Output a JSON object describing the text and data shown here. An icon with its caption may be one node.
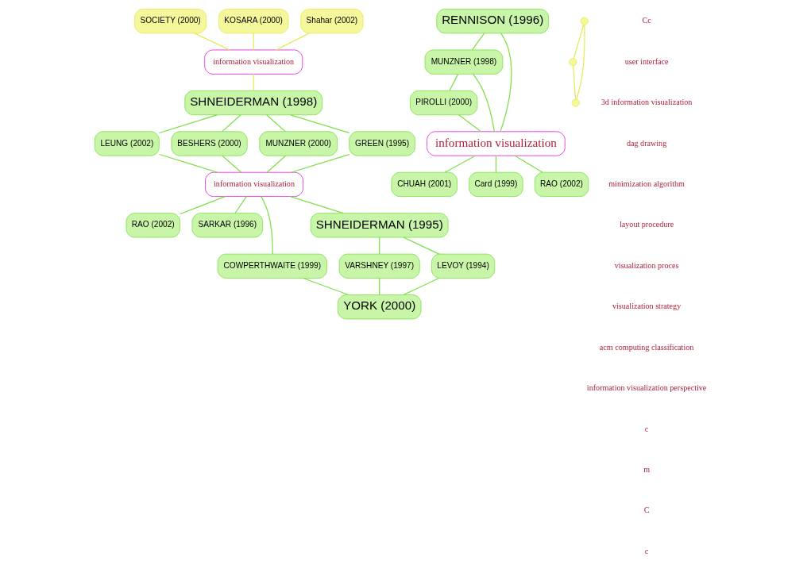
{
  "diagram": {
    "nodes": [
      {
        "text": [
          "SOCIETY (2000)"
        ]
      },
      {
        "text": [
          "KOSARA (2000)"
        ]
      },
      {
        "text": [
          "Shahar (2002)"
        ]
      },
      {
        "text": [
          "information visualization"
        ]
      },
      {
        "text": [
          "SHNEIDERMAN (1998)"
        ]
      },
      {
        "text": [
          "LEUNG (2002)"
        ]
      },
      {
        "text": [
          "BESHERS (2000)"
        ]
      },
      {
        "text": [
          "MUNZNER (2000)"
        ]
      },
      {
        "text": [
          "GREEN (1995)"
        ]
      },
      {
        "text": [
          "information visualization"
        ]
      },
      {
        "text": [
          "RAO (2002)"
        ]
      },
      {
        "text": [
          "SARKAR (1996)"
        ]
      },
      {
        "text": [
          "COWPERTHWAITE (1999)"
        ]
      },
      {
        "text": [
          "SHNEIDERMAN (1995)"
        ]
      },
      {
        "text": [
          "VARSHNEY (1997)"
        ]
      },
      {
        "text": [
          "YORK (2000)"
        ]
      },
      {
        "text": [
          "LEVOY (1994)"
        ]
      },
      {
        "text": [
          "RENNISON (1996)"
        ]
      },
      {
        "text": [
          "MUNZNER (1998)"
        ]
      },
      {
        "text": [
          "PIROLLI (2000)"
        ]
      },
      {
        "text": [
          "information visualization"
        ]
      },
      {
        "text": [
          "CHUAH (2001)"
        ]
      },
      {
        "text": [
          "Card (1999)"
        ]
      },
      {
        "text": [
          "RAO (2002)"
        ]
      },
      {
        "text": [],
        "shape": "circle"
      },
      {
        "text": [],
        "shape": "circle"
      },
      {
        "text": [],
        "shape": "circle"
      }
    ],
    "edges": [
      {
        "from": 0,
        "to": 3,
        "arrow": "none",
        "color": "#e6ea5a"
      },
      {
        "from": 1,
        "to": 3,
        "arrow": "none",
        "color": "#e6ea5a"
      },
      {
        "from": 2,
        "to": 3,
        "arrow": "none",
        "color": "#e6ea5a"
      },
      {
        "from": 3,
        "to": 4,
        "arrow": "none",
        "color": "#e6ea5a"
      },
      {
        "from": 4,
        "to": 5,
        "arrow": "none"
      },
      {
        "from": 4,
        "to": 6,
        "arrow": "none"
      },
      {
        "from": 4,
        "to": 7,
        "arrow": "none"
      },
      {
        "from": 4,
        "to": 8,
        "arrow": "none"
      },
      {
        "from": 5,
        "to": 9,
        "arrow": "none"
      },
      {
        "from": 6,
        "to": 9,
        "arrow": "none"
      },
      {
        "from": 7,
        "to": 9,
        "arrow": "none"
      },
      {
        "from": 8,
        "to": 9,
        "arrow": "none"
      },
      {
        "from": 9,
        "to": 10,
        "arrow": "none"
      },
      {
        "from": 9,
        "to": 11,
        "arrow": "none"
      },
      {
        "from": 9,
        "to": 12,
        "arrow": "none"
      },
      {
        "from": 9,
        "to": 13,
        "arrow": "none"
      },
      {
        "from": 12,
        "to": 15,
        "arrow": "none"
      },
      {
        "from": 13,
        "to": 14,
        "arrow": "none"
      },
      {
        "from": 14,
        "to": 15,
        "arrow": "none"
      },
      {
        "from": 13,
        "to": 16,
        "arrow": "none"
      },
      {
        "from": 16,
        "to": 15,
        "arrow": "none"
      },
      {
        "from": 17,
        "to": 18,
        "arrow": "none"
      },
      {
        "from": 18,
        "to": 19,
        "arrow": "none"
      },
      {
        "from": 17,
        "to": 20,
        "arrow": "none"
      },
      {
        "from": 18,
        "to": 20,
        "arrow": "none"
      },
      {
        "from": 19,
        "to": 20,
        "arrow": "none"
      },
      {
        "from": 20,
        "to": 21,
        "arrow": "none"
      },
      {
        "from": 20,
        "to": 22,
        "arrow": "none"
      },
      {
        "from": 20,
        "to": 23,
        "arrow": "none"
      },
      {
        "from": 24,
        "to": 25,
        "arrow": "none",
        "color": "#e6ea5a"
      },
      {
        "from": 25,
        "to": 26,
        "arrow": "none",
        "color": "#e6ea5a"
      },
      {
        "from": 26,
        "to": 24,
        "arrow": "none",
        "color": "#e6ea5a"
      }
    ],
    "labels": [
      "Cc",
      "user interface",
      "3d information visualization",
      "dag drawing",
      "minimization algorithm",
      "layout procedure",
      "visualization proces",
      "visualization strategy",
      "acm computing classification",
      "information visualization perspective",
      "c",
      "m",
      "C",
      "c"
    ]
  }
}
